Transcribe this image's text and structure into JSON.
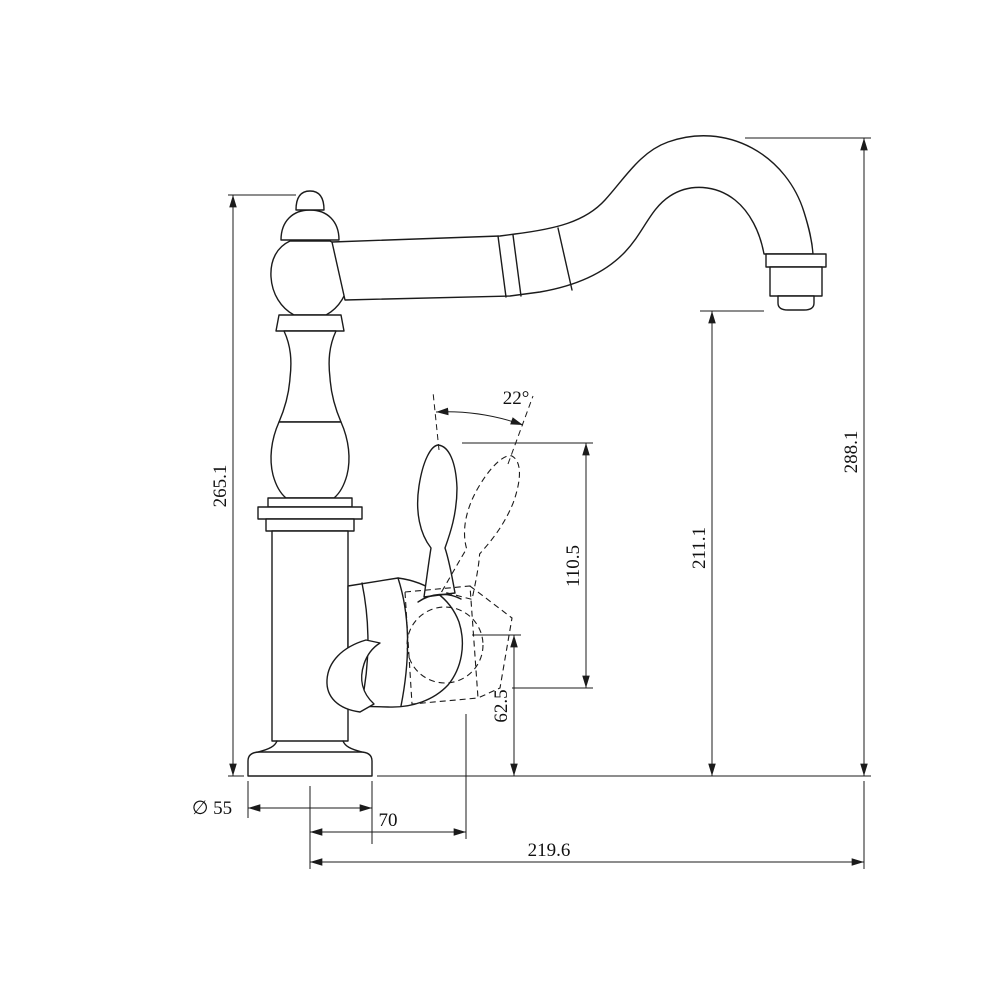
{
  "page": {
    "background": "#ffffff",
    "line_color": "#1b1b1b"
  },
  "drawing": {
    "type": "technical-dimension-drawing",
    "dimensions": {
      "body_height": "265.1",
      "overall_height": "288.1",
      "outlet_height": "211.1",
      "handle_top_height": "110.5",
      "valve_center_height": "62.5",
      "handle_angle": "22°",
      "base_diameter": "∅ 55",
      "handle_offset": "70",
      "spout_reach": "219.6"
    }
  }
}
